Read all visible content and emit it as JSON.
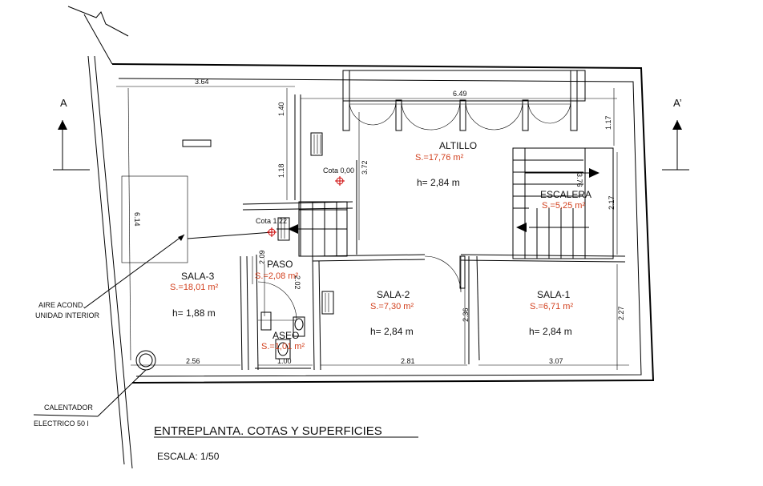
{
  "title": "ENTREPLANTA. COTAS Y SUPERFICIES",
  "scale": "ESCALA:  1/50",
  "section_left": "A",
  "section_right": "A’",
  "rooms": {
    "altillo": {
      "name": "ALTILLO",
      "area": "S.=17,76 m²",
      "height": "h=  2,84  m"
    },
    "escalera": {
      "name": "ESCALERA",
      "area": "S.=5,25 m²"
    },
    "sala3": {
      "name": "SALA-3",
      "area": "S.=18,01 m²",
      "height": "h=  1,88  m"
    },
    "paso": {
      "name": "PASO",
      "area": "S.=2,08 m²"
    },
    "sala2": {
      "name": "SALA-2",
      "area": "S.=7,30 m²",
      "height": "h=  2,84  m"
    },
    "sala1": {
      "name": "SALA-1",
      "area": "S.=6,71 m²",
      "height": "h=  2,84  m"
    },
    "aseo": {
      "name": "ASEO",
      "area": "S.=1,01 m²"
    }
  },
  "levels": {
    "cota_0": "Cota 0,00",
    "cota_1": "Cota 1,22"
  },
  "dimensions": {
    "d364": "3.64",
    "d649": "6.49",
    "d140": "1.40",
    "d118": "1.18",
    "d372": "3.72",
    "d117": "1.17",
    "d376": "3.76",
    "d217": "2.17",
    "d614": "6.14",
    "d209": "2.09",
    "d202": "2.02",
    "d236": "2.36",
    "d227": "2.27",
    "d256": "2.56",
    "d100": "1.00",
    "d281": "2.81",
    "d307": "3.07"
  },
  "notes": {
    "aire1": "AIRE ACOND.",
    "aire2": "UNIDAD INTERIOR",
    "cal1": "CALENTADOR",
    "cal2": "ELECTRICO 50 l"
  }
}
